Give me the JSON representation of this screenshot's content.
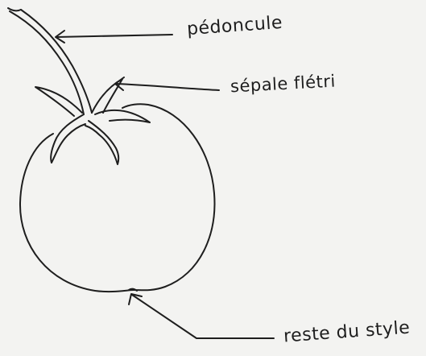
{
  "labels": {
    "peduncle": "pédoncule",
    "sepal": "sépale flétri",
    "style_remnant": "reste du style"
  },
  "colors": {
    "ink": "#1e1e1e",
    "paper": "#f3f3f1"
  }
}
